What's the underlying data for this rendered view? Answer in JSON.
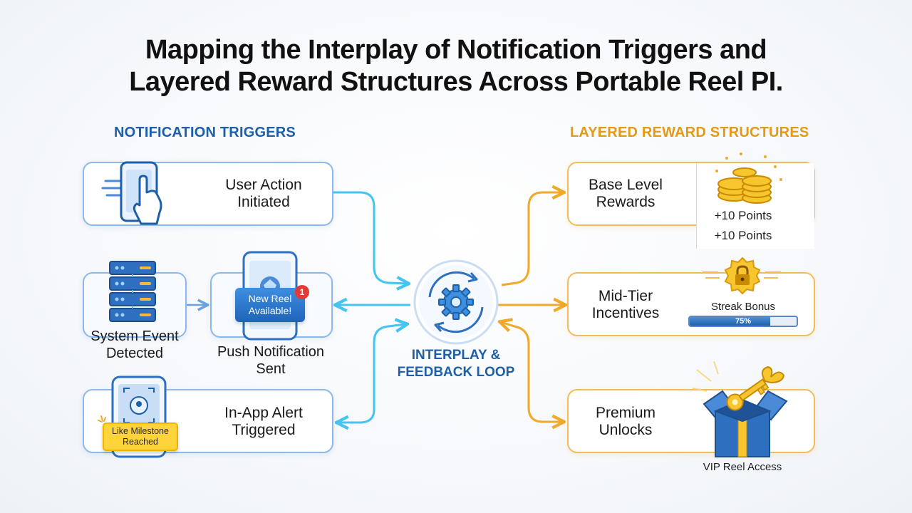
{
  "title": {
    "line1": "Mapping the Interplay of Notification Triggers and",
    "line2": "Layered Reward Structures Across Portable Reel PI."
  },
  "triggers": {
    "heading": "NOTIFICATION TRIGGERS",
    "user_action": "User Action\nInitiated",
    "system_event": "System Event\nDetected",
    "push_notification": "Push Notification\nSent",
    "push_bubble": "New Reel\nAvailable!",
    "push_badge": "1",
    "in_app_alert": "In-App Alert\nTriggered",
    "milestone_banner": "Like Milestone\nReached"
  },
  "hub": {
    "label": "INTERPLAY &\nFEEDBACK LOOP"
  },
  "rewards": {
    "heading": "LAYERED REWARD STRUCTURES",
    "base": "Base Level\nRewards",
    "base_points_1": "+10 Points",
    "base_points_2": "+10 Points",
    "mid": "Mid-Tier\nIncentives",
    "streak": "Streak Bonus",
    "streak_progress_label": "75%",
    "streak_progress": 0.75,
    "premium": "Premium\nUnlocks",
    "vip": "VIP Reel Access"
  },
  "colors": {
    "trigger_blue": "#1d5fa8",
    "flow_cyan": "#45c4f0",
    "reward_gold": "#f0a928"
  }
}
